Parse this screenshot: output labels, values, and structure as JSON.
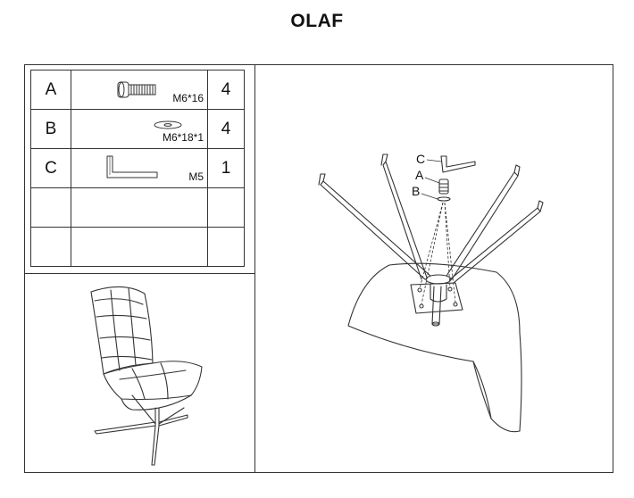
{
  "title": "OLAF",
  "parts": [
    {
      "letter": "A",
      "spec": "M6*16",
      "qty": "4",
      "icon": "bolt-icon"
    },
    {
      "letter": "B",
      "spec": "M6*18*1",
      "qty": "4",
      "icon": "washer-icon"
    },
    {
      "letter": "C",
      "spec": "M5",
      "qty": "1",
      "icon": "allen-key-icon"
    },
    {
      "letter": "",
      "spec": "",
      "qty": "",
      "icon": ""
    },
    {
      "letter": "",
      "spec": "",
      "qty": "",
      "icon": ""
    }
  ],
  "callouts": {
    "c": "C",
    "a": "A",
    "b": "B"
  }
}
